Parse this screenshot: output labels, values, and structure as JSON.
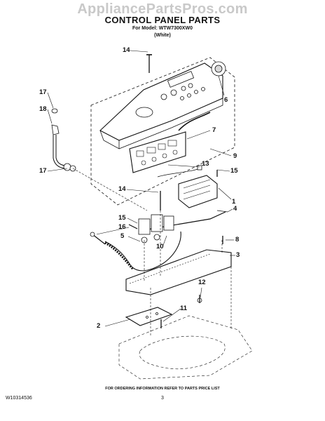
{
  "watermark": "AppliancePartsPros.com",
  "title": "CONTROL PANEL PARTS",
  "model_line": "For Model: WTW7300XW0",
  "color_line": "(White)",
  "callouts": {
    "c14a": "14",
    "c6": "6",
    "c17a": "17",
    "c18": "18",
    "c7": "7",
    "c9": "9",
    "c17b": "17",
    "c13": "13",
    "c15a": "15",
    "c14b": "14",
    "c1": "1",
    "c4": "4",
    "c15b": "15",
    "c16": "16",
    "c8": "8",
    "c5": "5",
    "c10": "10",
    "c3": "3",
    "c12": "12",
    "c11": "11",
    "c2": "2"
  },
  "footer_note": "FOR ORDERING INFORMATION REFER TO PARTS PRICE LIST",
  "document_code": "W10314536",
  "page_number": "3"
}
